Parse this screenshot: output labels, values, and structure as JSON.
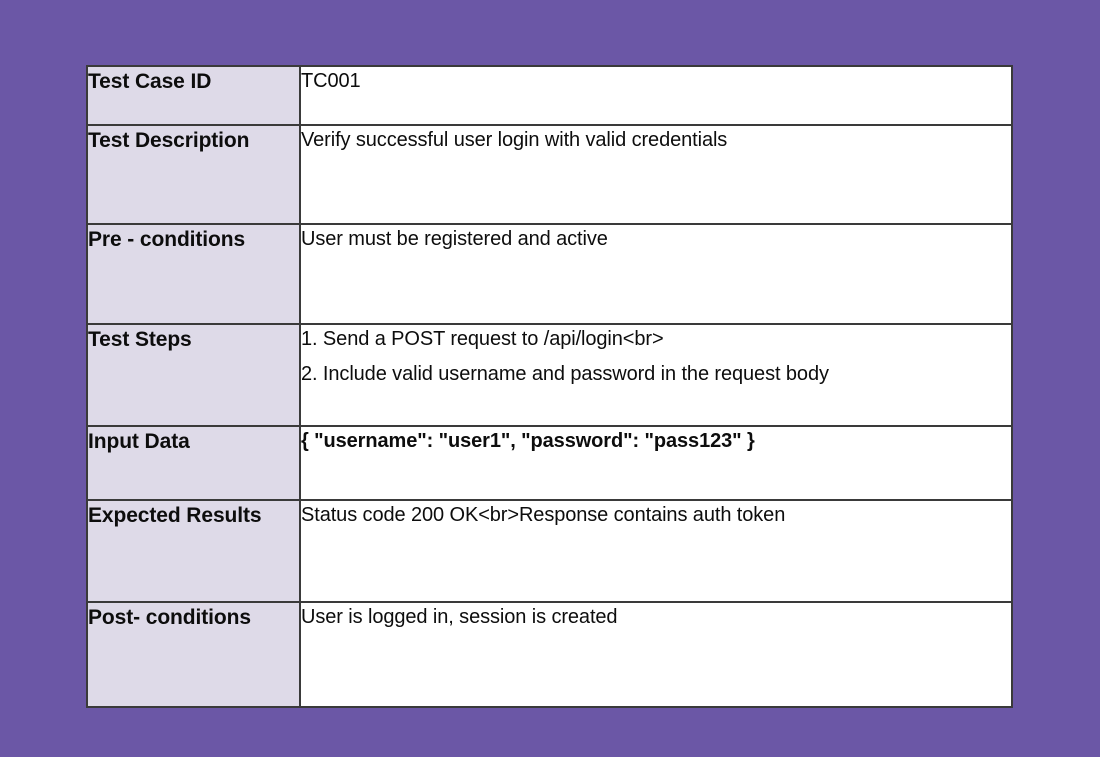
{
  "page": {
    "background_color": "#6b57a6",
    "table_border_color": "#3a3a3a",
    "label_column_color": "#dedae8",
    "value_column_color": "#ffffff"
  },
  "table": {
    "rows": [
      {
        "label": "Test Case ID",
        "value_lines": [
          "TC001"
        ],
        "bold_value": false
      },
      {
        "label": "Test Description",
        "value_lines": [
          "Verify successful user login with valid credentials"
        ],
        "bold_value": false
      },
      {
        "label": "Pre - conditions",
        "value_lines": [
          "User must be registered and active"
        ],
        "bold_value": false
      },
      {
        "label": "Test Steps",
        "value_lines": [
          "1. Send a POST request to /api/login<br>",
          "2. Include valid username and password in the request body"
        ],
        "bold_value": false
      },
      {
        "label": "Input Data",
        "value_lines": [
          "{ \"username\": \"user1\", \"password\": \"pass123\" }"
        ],
        "bold_value": true
      },
      {
        "label": "Expected Results",
        "value_lines": [
          "Status code 200 OK<br>Response contains auth token"
        ],
        "bold_value": false
      },
      {
        "label": "Post- conditions",
        "value_lines": [
          "User is logged in, session is created"
        ],
        "bold_value": false
      }
    ]
  }
}
